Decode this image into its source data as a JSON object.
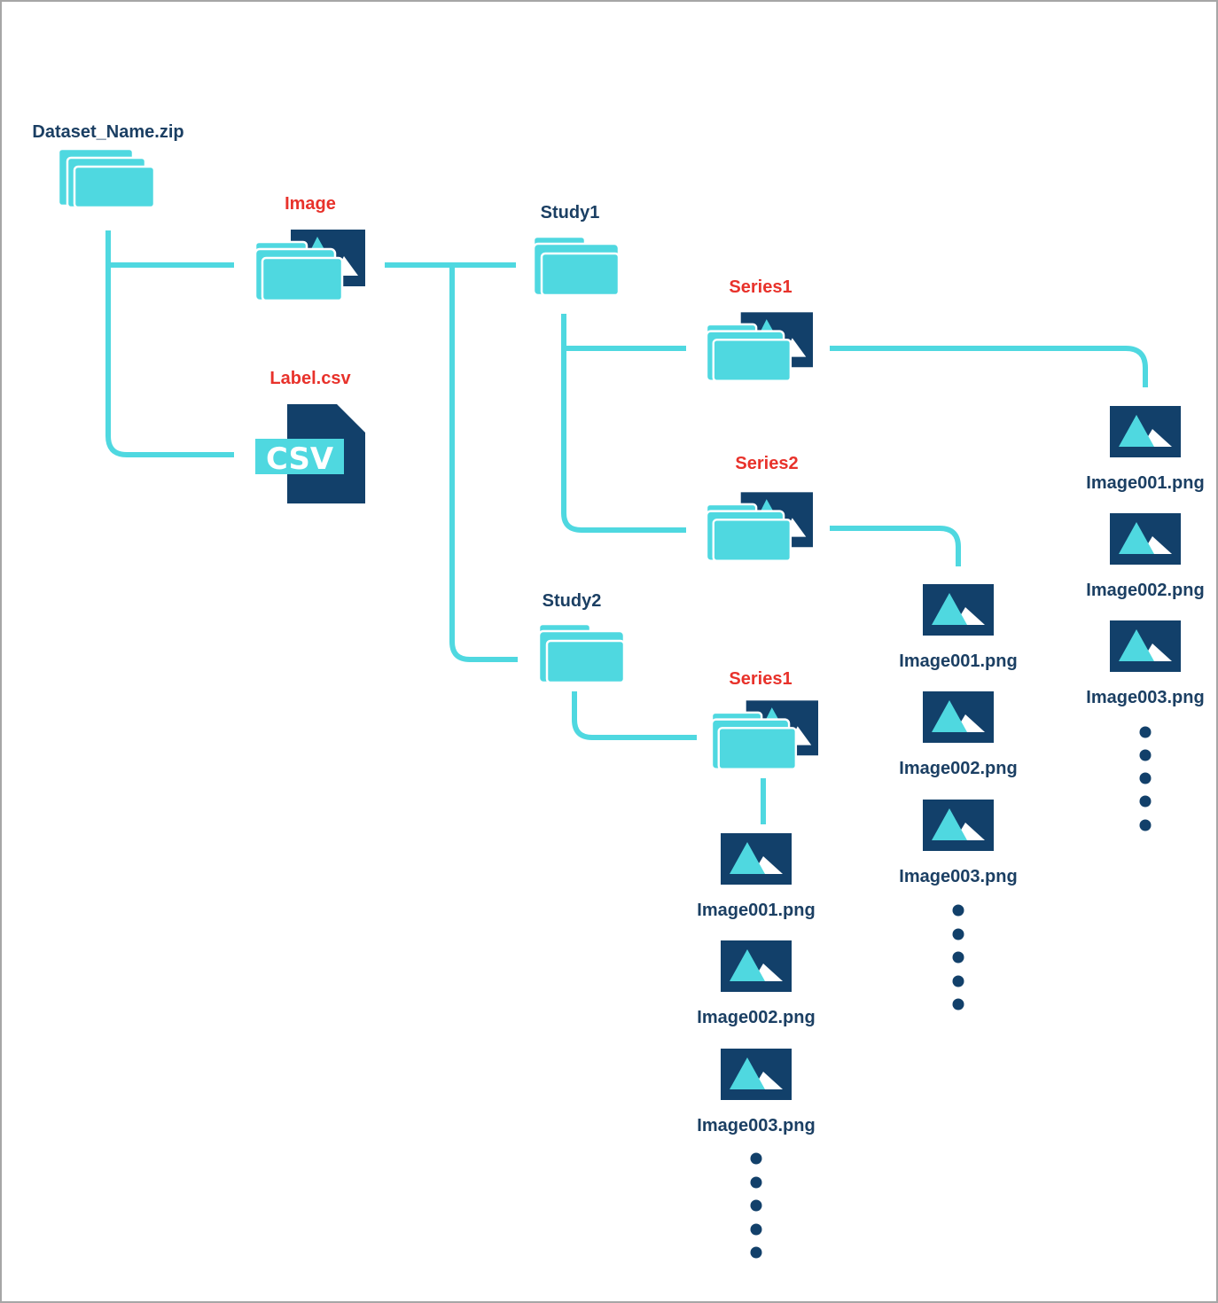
{
  "colors": {
    "accent_cyan": "#4fd8e0",
    "navy": "#12406a",
    "label_dark": "#1b3f63",
    "label_red": "#e8322b",
    "border": "#a6a6a6"
  },
  "root": {
    "label": "Dataset_Name.zip",
    "icon": "zip-folder-icon"
  },
  "image_folder": {
    "label": "Image",
    "icon": "image-folder-icon"
  },
  "label_file": {
    "label": "Label.csv",
    "icon": "csv-file-icon",
    "badge": "CSV"
  },
  "studies": [
    {
      "label": "Study1",
      "icon": "folder-icon"
    },
    {
      "label": "Study2",
      "icon": "folder-icon"
    }
  ],
  "series": [
    {
      "label": "Series1",
      "study": "Study1",
      "icon": "image-folder-icon"
    },
    {
      "label": "Series2",
      "study": "Study1",
      "icon": "image-folder-icon"
    },
    {
      "label": "Series1",
      "study": "Study2",
      "icon": "image-folder-icon"
    }
  ],
  "image_files": [
    "Image001.png",
    "Image002.png",
    "Image003.png"
  ],
  "ellipsis_glyph": "●"
}
